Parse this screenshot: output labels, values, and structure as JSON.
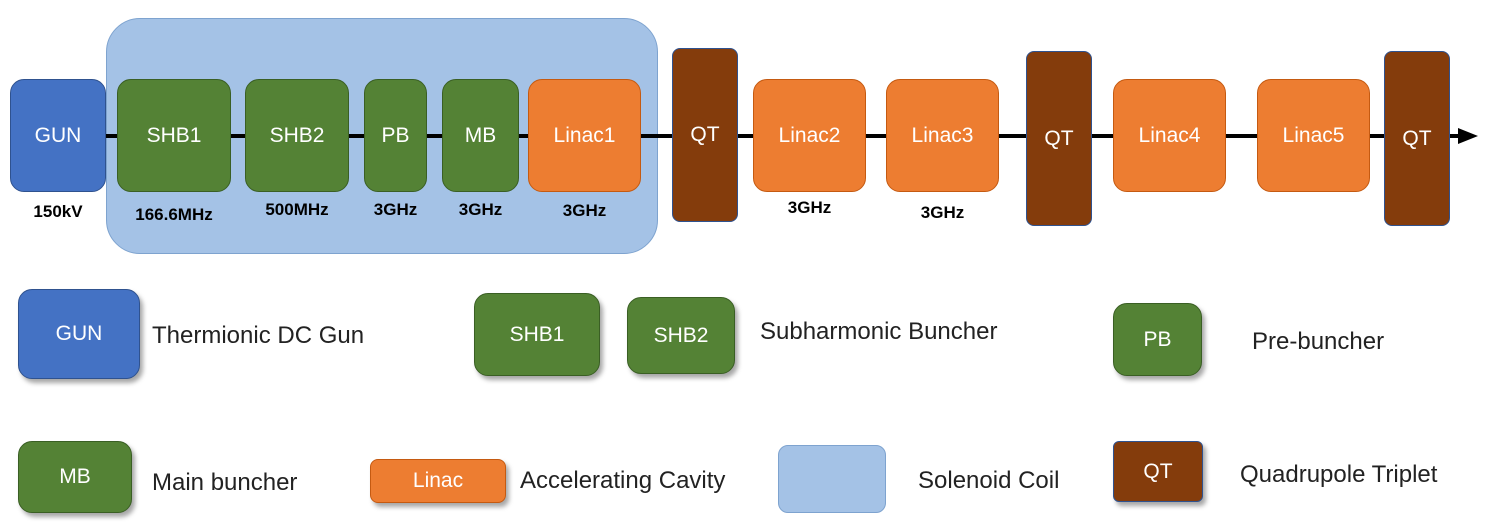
{
  "beamline": {
    "gun": {
      "label": "GUN",
      "freq": "150kV"
    },
    "shb1": {
      "label": "SHB1",
      "freq": "166.6MHz"
    },
    "shb2": {
      "label": "SHB2",
      "freq": "500MHz"
    },
    "pb": {
      "label": "PB",
      "freq": "3GHz"
    },
    "mb": {
      "label": "MB",
      "freq": "3GHz"
    },
    "linac1": {
      "label": "Linac1",
      "freq": "3GHz"
    },
    "qt1": {
      "label": "QT"
    },
    "linac2": {
      "label": "Linac2",
      "freq": "3GHz"
    },
    "linac3": {
      "label": "Linac3",
      "freq": "3GHz"
    },
    "qt2": {
      "label": "QT"
    },
    "linac4": {
      "label": "Linac4"
    },
    "linac5": {
      "label": "Linac5"
    },
    "qt3": {
      "label": "QT"
    }
  },
  "legend": {
    "gun": {
      "label": "GUN",
      "text": "Thermionic DC Gun"
    },
    "shb1": {
      "label": "SHB1"
    },
    "shb2": {
      "label": "SHB2"
    },
    "shb_text": "Subharmonic Buncher",
    "pb": {
      "label": "PB",
      "text": "Pre-buncher"
    },
    "mb": {
      "label": "MB",
      "text": "Main buncher"
    },
    "linac": {
      "label": "Linac",
      "text": "Accelerating Cavity"
    },
    "solenoid": {
      "text": "Solenoid Coil"
    },
    "qt": {
      "label": "QT",
      "text": "Quadrupole Triplet"
    }
  },
  "colors": {
    "gun": "#4472c4",
    "buncher": "#548235",
    "linac": "#ed7d31",
    "qt": "#843c0c",
    "solenoid": "#a4c2e6"
  }
}
